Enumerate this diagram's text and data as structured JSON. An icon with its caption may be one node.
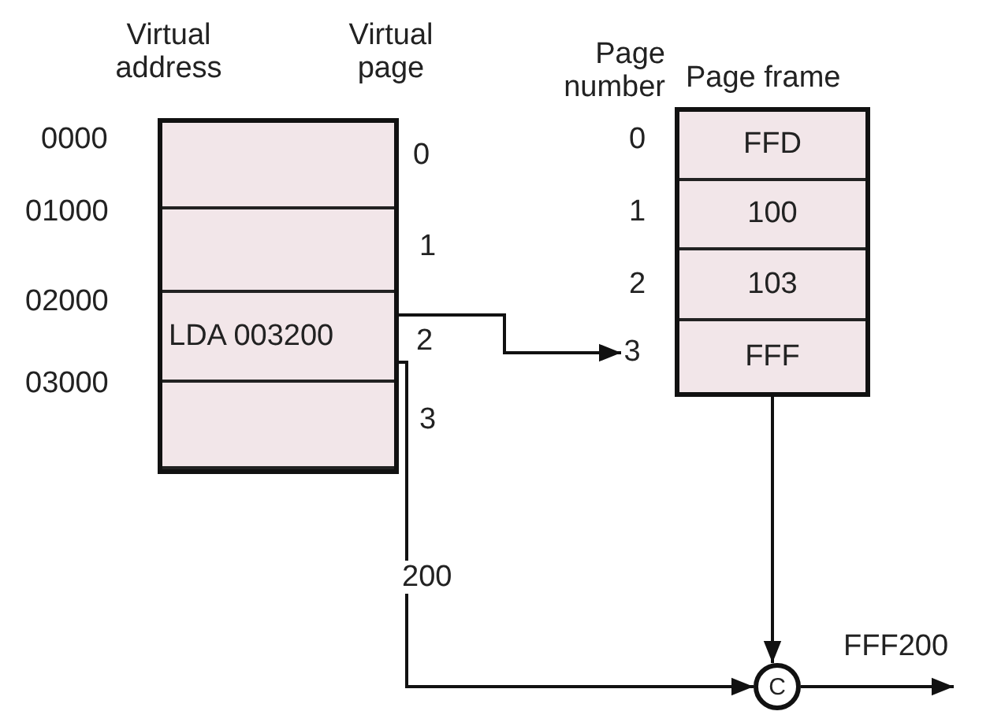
{
  "diagram": {
    "nodes": [
      {
        "text": [],
        "shape": "box"
      },
      {
        "text": [],
        "shape": "box",
        "in": 0
      },
      {
        "text": [],
        "shape": "box",
        "in": 0
      },
      {
        "text": [
          "LDA 003200"
        ],
        "in": 0
      },
      {
        "text": [],
        "shape": "box",
        "in": 0
      },
      {
        "text": [
          "Page frame"
        ]
      },
      {
        "text": [
          "FFD"
        ],
        "in": 5
      },
      {
        "text": [
          "100"
        ],
        "in": 5
      },
      {
        "text": [
          "103"
        ],
        "in": 5
      },
      {
        "text": [
          "FFF"
        ],
        "in": 5
      },
      {
        "text": [
          "3"
        ]
      },
      {
        "text": [
          "C"
        ]
      }
    ],
    "edges": [
      {
        "from": 3,
        "to": 10,
        "arrow": "to"
      },
      {
        "from": 3,
        "to": 11,
        "arrow": "to",
        "label": "200"
      },
      {
        "from": 9,
        "to": 11,
        "arrow": "to"
      },
      {
        "from": 11,
        "to": null,
        "arrow": "to",
        "label": "FFF200"
      }
    ],
    "labels": [
      "Virtual address",
      "Virtual page",
      "Page number",
      "0000",
      "0",
      "0",
      "01000",
      "1",
      "1",
      "02000",
      "2",
      "2",
      "03000",
      "3"
    ]
  }
}
